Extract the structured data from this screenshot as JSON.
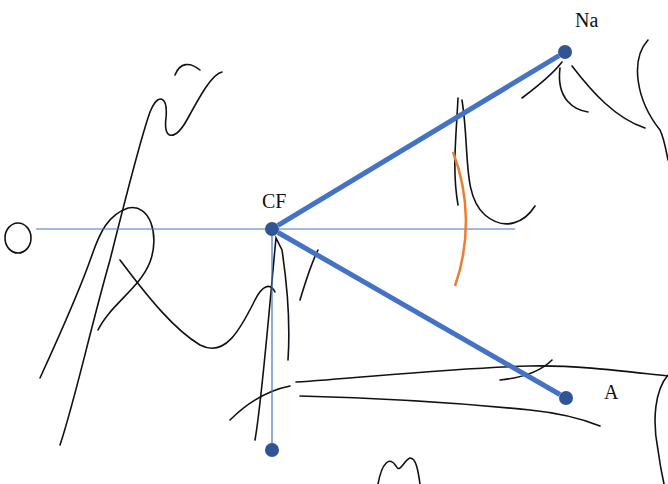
{
  "diagram": {
    "nodes": [
      {
        "text": [
          "CF"
        ]
      },
      {
        "text": [
          "Na"
        ]
      },
      {
        "text": [
          "A"
        ]
      }
    ],
    "edges": [
      {
        "from": 0,
        "to": 1,
        "arrow": "none"
      },
      {
        "from": 0,
        "to": 2,
        "arrow": "none"
      }
    ]
  }
}
